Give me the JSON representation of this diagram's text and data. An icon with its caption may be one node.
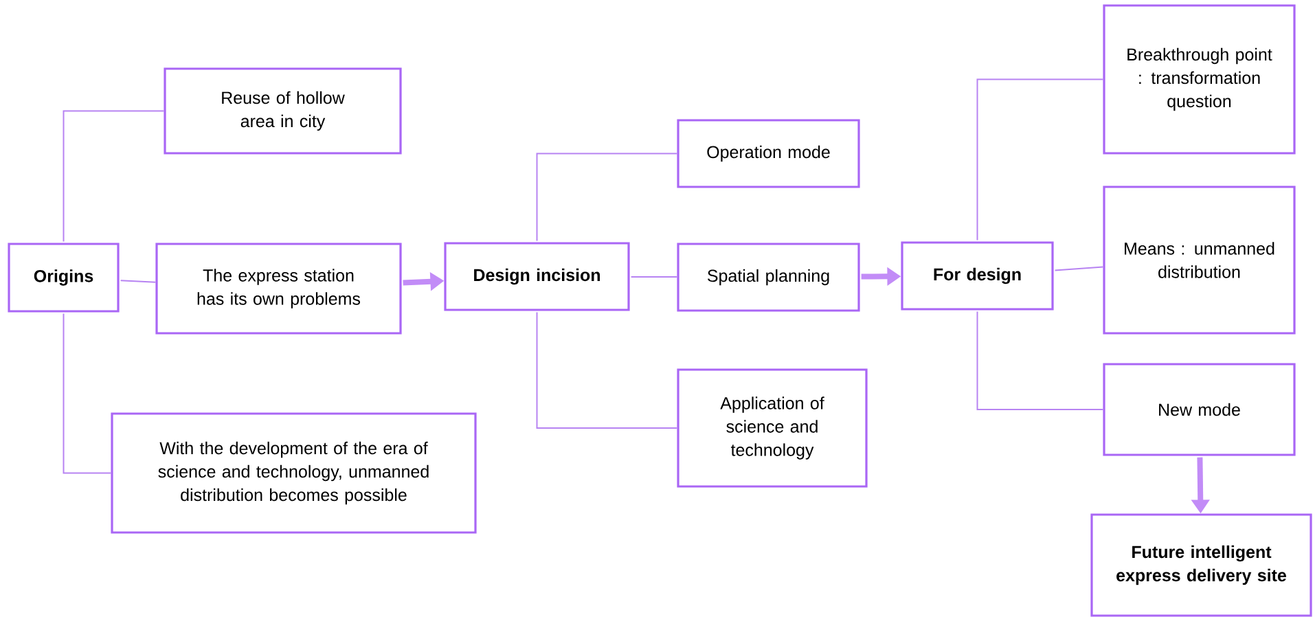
{
  "diagram": {
    "nodes": [
      {
        "text": [
          "Origins"
        ]
      },
      {
        "text": [
          "Reuse of hollow area in city"
        ]
      },
      {
        "text": [
          "The express station has its own problems"
        ]
      },
      {
        "text": [
          "With the development of the era of science and technology, unmanned distribution becomes possible"
        ]
      },
      {
        "text": [
          "Design incision"
        ]
      },
      {
        "text": [
          "Operation mode"
        ]
      },
      {
        "text": [
          "Spatial planning"
        ]
      },
      {
        "text": [
          "Application of science and technology"
        ]
      },
      {
        "text": [
          "For design"
        ]
      },
      {
        "text": [
          "Breakthrough point : transformation question"
        ]
      },
      {
        "text": [
          "Means : unmanned distribution"
        ]
      },
      {
        "text": [
          "New mode"
        ]
      },
      {
        "text": [
          "Future intelligent express delivery site"
        ]
      }
    ],
    "edges": [
      {
        "from": 0,
        "to": 1,
        "arrow": "none"
      },
      {
        "from": 0,
        "to": 2,
        "arrow": "none"
      },
      {
        "from": 0,
        "to": 3,
        "arrow": "none"
      },
      {
        "from": 2,
        "to": 4,
        "arrow": "to",
        "style": "thick",
        "color": "#c28cf7"
      },
      {
        "from": 4,
        "to": 5,
        "arrow": "none"
      },
      {
        "from": 4,
        "to": 6,
        "arrow": "none"
      },
      {
        "from": 4,
        "to": 7,
        "arrow": "none"
      },
      {
        "from": 6,
        "to": 8,
        "arrow": "to",
        "style": "thick",
        "color": "#c28cf7"
      },
      {
        "from": 8,
        "to": 9,
        "arrow": "none"
      },
      {
        "from": 8,
        "to": 10,
        "arrow": "none"
      },
      {
        "from": 8,
        "to": 11,
        "arrow": "none"
      },
      {
        "from": 11,
        "to": 12,
        "arrow": "to",
        "style": "thick",
        "color": "#c28cf7"
      }
    ]
  }
}
